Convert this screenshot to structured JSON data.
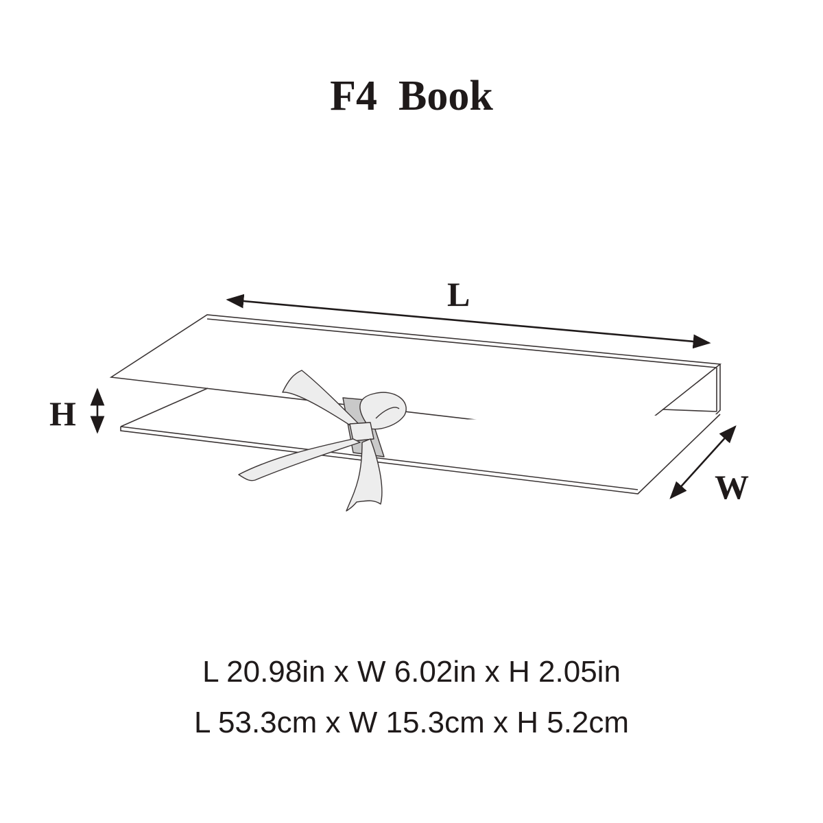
{
  "title": "F4  Book",
  "dimension_labels": {
    "length": "L",
    "height": "H",
    "width": "W"
  },
  "specs": {
    "imperial": "L 20.98in x W 6.02in x H 2.05in",
    "metric": "L 53.3cm x W 15.3cm x H 5.2cm"
  },
  "colors": {
    "text": "#1f1a1a",
    "outline": "#3a3434",
    "ribbon_fill": "#ededed",
    "ribbon_shadow": "#c9c9c9"
  }
}
